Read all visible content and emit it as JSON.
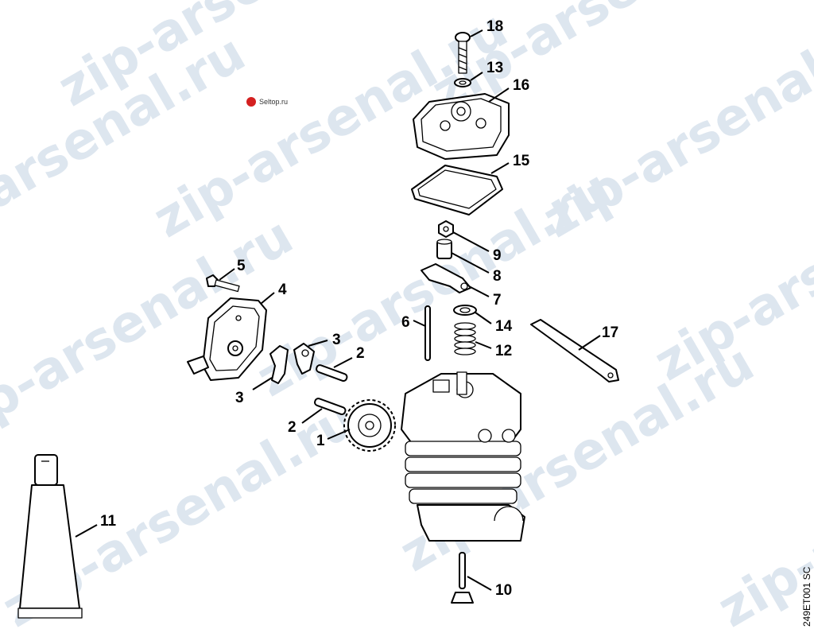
{
  "watermark": {
    "text": "zip-arsenal.ru"
  },
  "logo": {
    "text": "Seltop.ru",
    "color": "#d42020"
  },
  "drawing_code": "249ET001 SC",
  "callouts": [
    "1",
    "2",
    "2",
    "3",
    "3",
    "4",
    "5",
    "6",
    "7",
    "8",
    "9",
    "10",
    "11",
    "12",
    "13",
    "14",
    "15",
    "16",
    "17",
    "18"
  ],
  "colors": {
    "line": "#000000",
    "watermark": "#dde6ef",
    "background": "#ffffff"
  }
}
